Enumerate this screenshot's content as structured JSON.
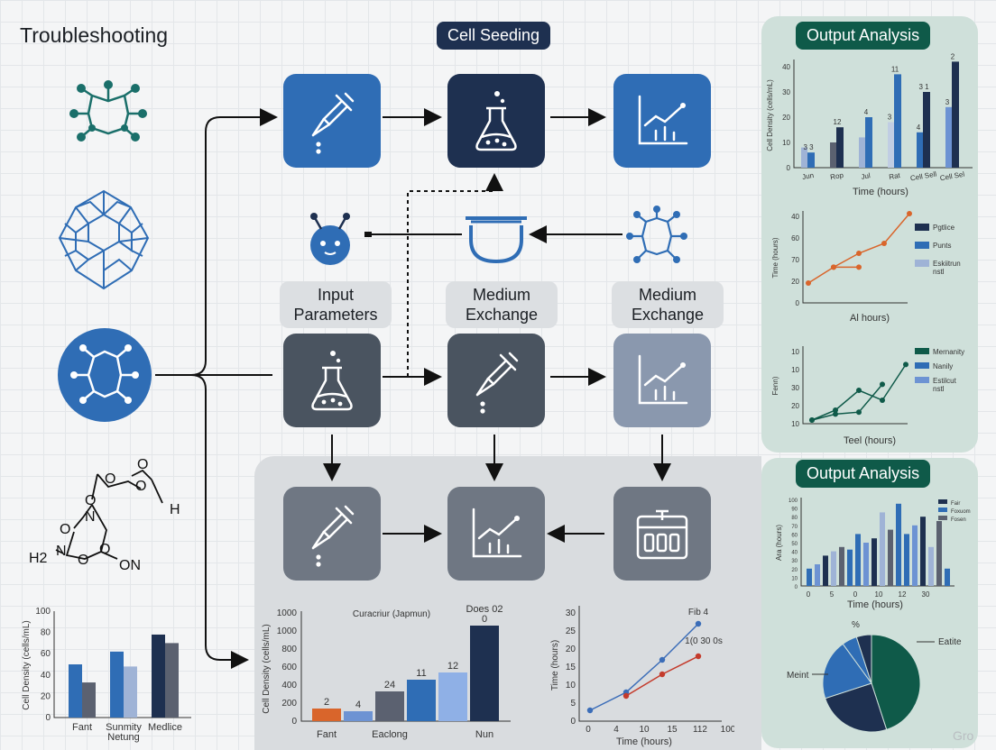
{
  "title": "Troubleshooting",
  "labels": {
    "cell_seeding": "Cell Seeding",
    "output_analysis_top": "Output Analysis",
    "output_analysis_bottom": "Output Analysis",
    "input_parameters": "Input Parameters",
    "medium_exchange_1": "Medium Exchange",
    "medium_exchange_2": "Medium Exchange",
    "watermark": "Gro"
  },
  "molecule_labels": {
    "o": "O",
    "h": "H",
    "n": "N",
    "on": "ON",
    "h2": "H2"
  },
  "colors": {
    "navy": "#1e3050",
    "blue": "#2f6db5",
    "slate": "#4a5460",
    "gray_tile": "#6f7783",
    "light_tile": "#8a98ae",
    "green": "#0f5a49",
    "orange": "#d9652b",
    "teal": "#1a6f6a"
  },
  "chart_data": [
    {
      "id": "left-bar",
      "type": "bar",
      "ylabel": "Cell Density (cells/mL)",
      "yticks": [
        "0",
        "20",
        "40",
        "60",
        "80",
        "100"
      ],
      "ylim": [
        0,
        100
      ],
      "categories": [
        "Fant",
        "Sunmity Netung",
        "Medlice"
      ],
      "series": [
        {
          "values": [
            50,
            62,
            78
          ]
        },
        {
          "values": [
            33,
            48,
            70
          ]
        }
      ]
    },
    {
      "id": "bottom-bar",
      "type": "bar",
      "title": "Curacriur (Japmun)",
      "ylabel": "Cell Density (cells/mL)",
      "yticks": [
        "0",
        "200",
        "400",
        "600",
        "800",
        "1000",
        "1000"
      ],
      "ylim": [
        0,
        1200
      ],
      "categories": [
        "Fant",
        "",
        "Eaclong",
        "",
        "",
        "Nun"
      ],
      "values": [
        2,
        4,
        24,
        11,
        12,
        1000
      ],
      "bar_heights": [
        140,
        110,
        330,
        460,
        540,
        1060
      ],
      "data_labels": [
        "2",
        "4",
        "24",
        "11",
        "12",
        "Does 02\n0"
      ]
    },
    {
      "id": "bottom-line",
      "type": "line",
      "ylabel": "Time (hours)",
      "xlabel": "Time (hours)",
      "xticks": [
        "0",
        "4",
        "10",
        "15",
        "112",
        "100"
      ],
      "yticks": [
        "0",
        "5",
        "10",
        "15",
        "20",
        "25",
        "30"
      ],
      "ylim": [
        0,
        30
      ],
      "annotations": [
        "Fib 4",
        "1(0 30 0s"
      ],
      "series": [
        {
          "name": "",
          "values": [
            [
              0,
              3
            ],
            [
              1,
              8
            ],
            [
              2,
              17
            ],
            [
              3,
              27
            ]
          ]
        },
        {
          "name": "",
          "values": [
            [
              1,
              7
            ],
            [
              2,
              13
            ],
            [
              3,
              18
            ]
          ]
        }
      ]
    },
    {
      "id": "top-right-bar",
      "type": "bar",
      "ylabel": "Cell Density (cells/mL)",
      "xlabel": "Time (hours)",
      "yticks": [
        "0",
        "10",
        "20",
        "30",
        "40"
      ],
      "ylim": [
        0,
        40
      ],
      "categories": [
        "Jun",
        "Rop",
        "Jul",
        "Rat",
        "Cell Sell",
        "Cell Sel"
      ],
      "data_labels": [
        "3 3",
        "12",
        "4",
        "11",
        "3 1",
        "2"
      ],
      "data_labels_2": [
        "",
        "",
        "",
        "3",
        "4",
        "3"
      ],
      "series": [
        {
          "values": [
            6,
            16,
            20,
            37,
            30,
            42
          ]
        },
        {
          "values": [
            8,
            10,
            12,
            18,
            14,
            24
          ]
        }
      ]
    },
    {
      "id": "top-right-line-1",
      "type": "line",
      "ylabel": "Time (hours)",
      "xlabel": "Al hours)",
      "yticks": [
        "0",
        "20",
        "70",
        "60",
        "40"
      ],
      "legend": [
        "Pgtlice",
        "Punts",
        "Eskiitrun nstl"
      ],
      "series": [
        {
          "values": [
            [
              0,
              10
            ],
            [
              1,
              18
            ],
            [
              2,
              25
            ],
            [
              3,
              30
            ],
            [
              4,
              45
            ]
          ]
        },
        {
          "values": [
            [
              1,
              18
            ],
            [
              2,
              18
            ]
          ]
        }
      ]
    },
    {
      "id": "top-right-line-2",
      "type": "line",
      "ylabel": "Fenn)",
      "xlabel": "Teel (hours)",
      "yticks": [
        "10",
        "20",
        "30",
        "10",
        "10"
      ],
      "legend": [
        "Mernanity",
        "Nanily",
        "Estilcut nstl"
      ],
      "series": [
        {
          "values": [
            [
              0,
              10
            ],
            [
              1,
              15
            ],
            [
              2,
              25
            ],
            [
              3,
              20
            ],
            [
              4,
              38
            ]
          ]
        },
        {
          "values": [
            [
              0,
              10
            ],
            [
              1,
              13
            ],
            [
              2,
              14
            ],
            [
              3,
              28
            ]
          ]
        }
      ]
    },
    {
      "id": "bottom-right-bar",
      "type": "bar",
      "ylabel": "Ara (hours)",
      "xlabel": "Time (hours)",
      "xticks": [
        "0",
        "5",
        "0",
        "10",
        "12",
        "30"
      ],
      "yticks": [
        "0",
        "10",
        "20",
        "30",
        "40",
        "50",
        "60",
        "70",
        "80",
        "90",
        "100"
      ],
      "legend": [
        "Fair",
        "Foxuom",
        "Fosen"
      ],
      "values": [
        20,
        25,
        35,
        40,
        45,
        42,
        60,
        50,
        55,
        85,
        65,
        95,
        60,
        70,
        80,
        45,
        75,
        20
      ]
    },
    {
      "id": "bottom-right-pie",
      "type": "pie",
      "labels": [
        "Eatite",
        "Meint",
        "%"
      ],
      "values": [
        45,
        25,
        20,
        5,
        5
      ]
    }
  ]
}
